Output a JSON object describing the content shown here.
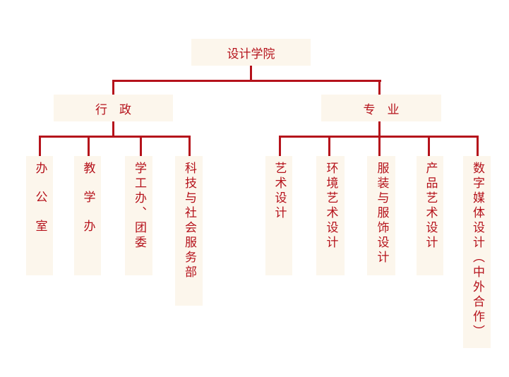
{
  "root": "设计学院",
  "branches": [
    {
      "label": "行　政",
      "children": [
        "办公室",
        "教学办",
        "学工办、团委",
        "科技与社会服务部"
      ]
    },
    {
      "label": "专　业",
      "children": [
        "艺术设计",
        "环境艺术设计",
        "服装与服饰设计",
        "产品艺术设计",
        "数字媒体设计（中外合作）"
      ]
    }
  ],
  "colors": {
    "line": "#b5121b",
    "box": "#fcf6ec"
  }
}
